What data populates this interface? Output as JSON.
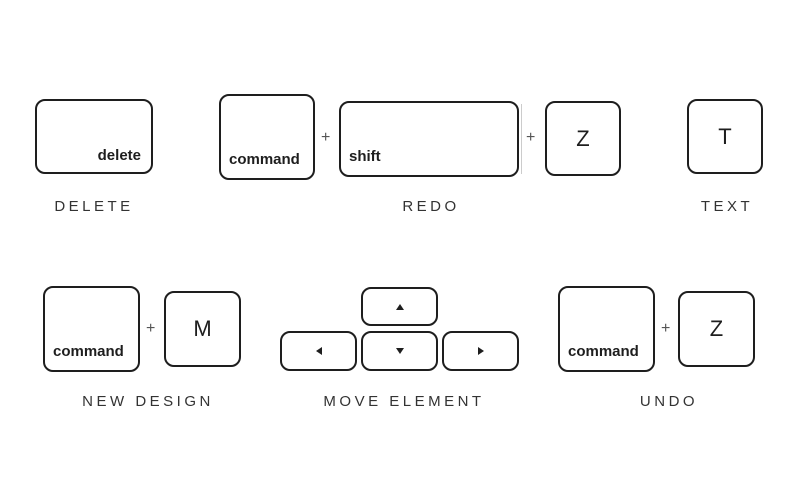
{
  "keys": {
    "delete": "delete",
    "command": "command",
    "shift": "shift",
    "z": "Z",
    "t": "T",
    "m": "M"
  },
  "plus": "+",
  "captions": {
    "delete": "DELETE",
    "redo": "REDO",
    "text": "TEXT",
    "new_design": "NEW DESIGN",
    "move_element": "MOVE ELEMENT",
    "undo": "UNDO"
  },
  "arrow_icons": [
    "up-arrow-icon",
    "left-arrow-icon",
    "down-arrow-icon",
    "right-arrow-icon"
  ]
}
